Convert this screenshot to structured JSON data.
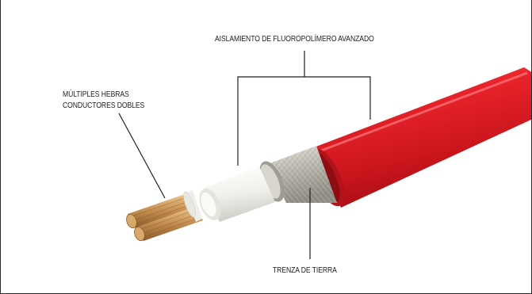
{
  "labels": {
    "insulation": "AISLAMIENTO DE FLUOROPOLÍMERO AVANZADO",
    "conductors_line1": "MÚLTIPLES HEBRAS",
    "conductors_line2": "CONDUCTORES DOBLES",
    "braid": "TRENZA DE TIERRA"
  },
  "colors": {
    "jacket": "#e01e26",
    "braid": "#b9b7ad",
    "inner_insulation": "#f2f2ef",
    "copper": "#c79457",
    "leader_lines": "#1e1e1e"
  }
}
